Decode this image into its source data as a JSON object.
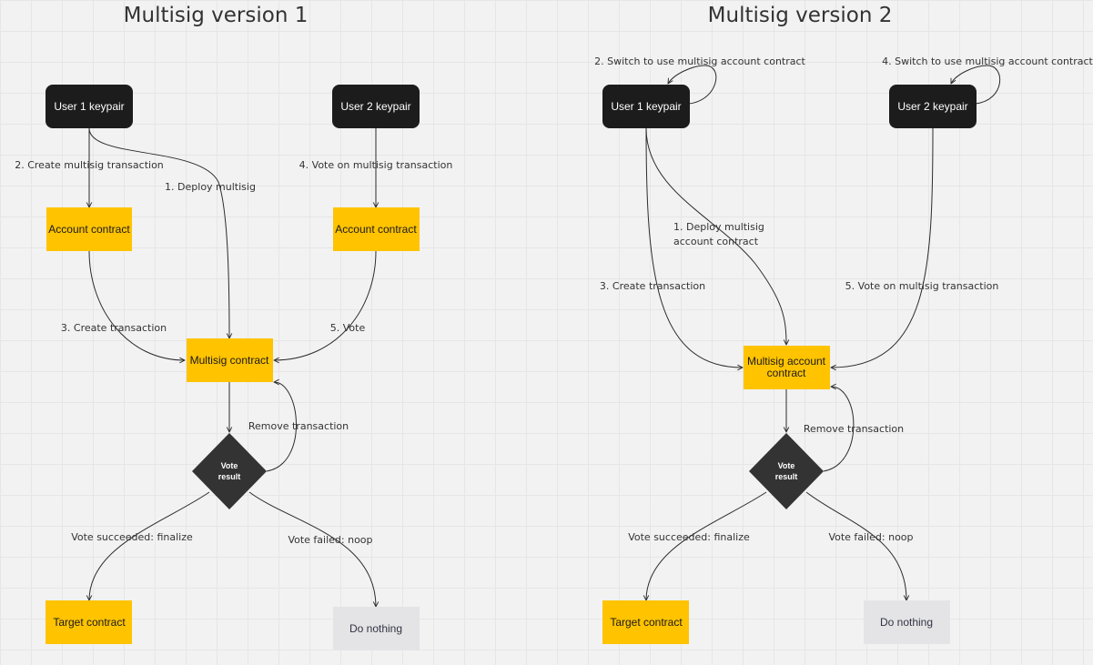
{
  "panels": [
    {
      "title": "Multisig version 1",
      "nodes": {
        "user1": "User 1 keypair",
        "user2": "User 2 keypair",
        "account1": "Account contract",
        "account2": "Account contract",
        "multisig": "Multisig contract",
        "vote_line1": "Vote",
        "vote_line2": "result",
        "target": "Target contract",
        "nothing": "Do nothing"
      },
      "edges": {
        "create_multisig_tx": "2. Create multisig transaction",
        "deploy": "1. Deploy multisig",
        "vote_on_tx": "4. Vote on multisig transaction",
        "create_tx": "3. Create transaction",
        "vote": "5. Vote",
        "remove_tx": "Remove transaction",
        "succeeded": "Vote succeeded: finalize",
        "failed": "Vote failed: noop"
      }
    },
    {
      "title": "Multisig version 2",
      "nodes": {
        "user1": "User 1 keypair",
        "user2": "User 2 keypair",
        "multisig_line1": "Multisig account",
        "multisig_line2": "contract",
        "vote_line1": "Vote",
        "vote_line2": "result",
        "target": "Target contract",
        "nothing": "Do nothing"
      },
      "edges": {
        "switch_user1": "2. Switch to use multisig account contract",
        "switch_user2": "4. Switch to use multisig account contract",
        "deploy_line1": "1. Deploy multisig",
        "deploy_line2": "account contract",
        "create_tx": "3. Create transaction",
        "vote_on_tx": "5. Vote on multisig transaction",
        "remove_tx": "Remove transaction",
        "succeeded": "Vote succeeded: finalize",
        "failed": "Vote failed: noop"
      }
    }
  ],
  "colors": {
    "user_node": "#1c1c1c",
    "contract_node": "#ffc300",
    "decision_node": "#333333",
    "noop_node": "#e4e4e6",
    "edge": "#2b2b2b"
  }
}
